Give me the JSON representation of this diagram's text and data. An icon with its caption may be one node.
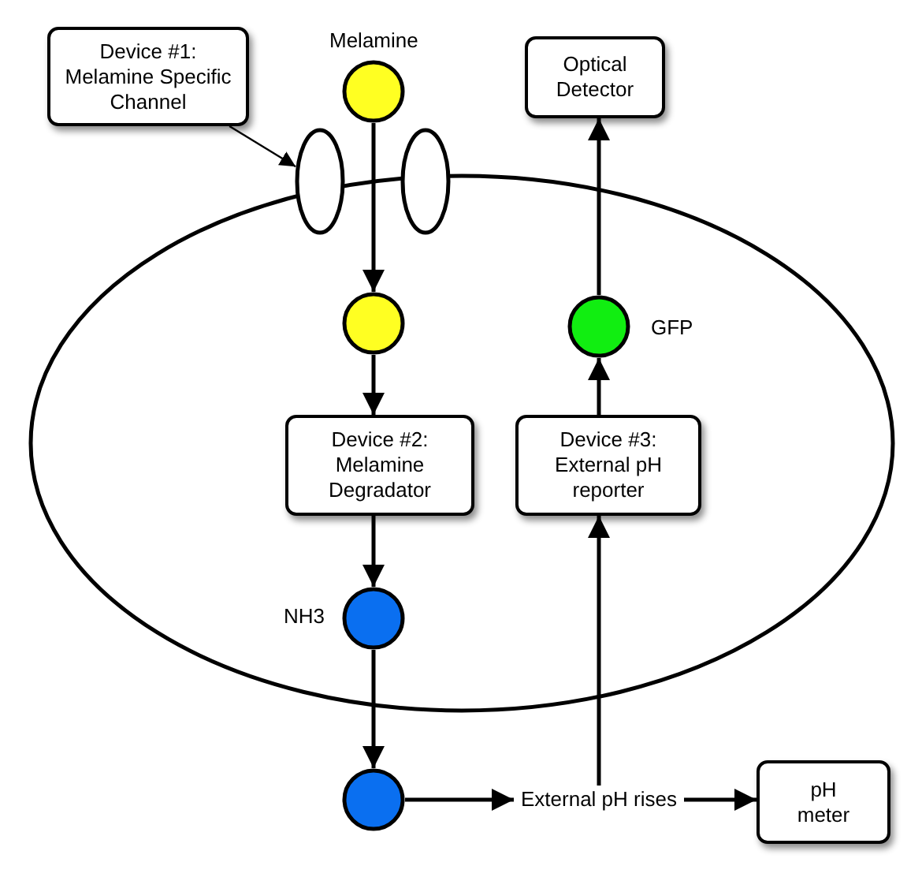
{
  "diagram": {
    "nodes": [
      {
        "text": [
          "Device #1: Melamine Specific Channel"
        ]
      },
      {
        "text": [
          "Melamine"
        ]
      },
      {
        "text": [
          "Optical Detector"
        ]
      },
      {
        "text": [],
        "shape": "ellipse"
      },
      {
        "text": [],
        "shape": "ellipse"
      },
      {
        "text": [],
        "shape": "ellipse"
      },
      {
        "text": [],
        "shape": "circle",
        "in": 3
      },
      {
        "text": [
          "GFP"
        ],
        "in": 3
      },
      {
        "text": [
          "Device #2: Melamine Degradator"
        ],
        "in": 3
      },
      {
        "text": [
          "Device #3: External pH reporter"
        ],
        "in": 3
      },
      {
        "text": [
          "NH3"
        ],
        "in": 3
      },
      {
        "text": [],
        "shape": "circle"
      },
      {
        "text": [
          "External pH rises"
        ]
      },
      {
        "text": [
          "pH meter"
        ]
      }
    ],
    "edges": [
      {
        "from": 0,
        "to": 4,
        "arrow": "to"
      },
      {
        "from": 1,
        "to": 6,
        "arrow": "to"
      },
      {
        "from": 6,
        "to": 8,
        "arrow": "to"
      },
      {
        "from": 8,
        "to": 10,
        "arrow": "to"
      },
      {
        "from": 10,
        "to": 11,
        "arrow": "to"
      },
      {
        "from": 11,
        "to": 12,
        "arrow": "to"
      },
      {
        "from": 12,
        "to": 13,
        "arrow": "to"
      },
      {
        "from": 12,
        "to": 9,
        "arrow": "to"
      },
      {
        "from": 9,
        "to": 7,
        "arrow": "to"
      },
      {
        "from": 7,
        "to": 2,
        "arrow": "to"
      }
    ]
  }
}
